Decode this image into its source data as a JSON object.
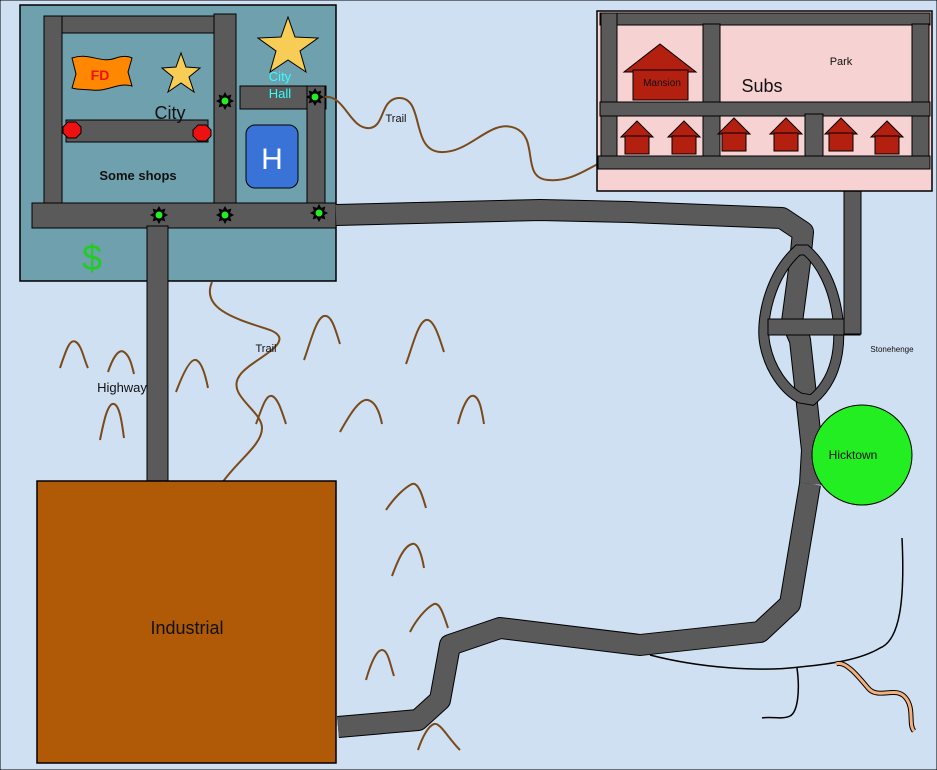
{
  "colors": {
    "background": "#cfe0f2",
    "city_block": "#6fa0ad",
    "suburbs_block": "#f6d2d2",
    "industrial_block": "#b05a08",
    "road": "#5a5a5a",
    "trail": "#7a4a1a",
    "hicktown": "#22ee22",
    "hospital": "#3a73d8",
    "star": "#f7cd55",
    "fire_flag": "#ff8800",
    "house": "#b32010",
    "dollar": "#22cc22"
  },
  "labels": {
    "fd": "FD",
    "city": "City",
    "city_hall_line1": "City",
    "city_hall_line2": "Hall",
    "hospital": "H",
    "some_shops": "Some shops",
    "dollar": "$",
    "highway": "Highway",
    "trail_city": "Trail",
    "trail_subs": "Trail",
    "industrial": "Industrial",
    "mansion": "Mansion",
    "subs": "Subs",
    "park": "Park",
    "stonehenge": "Stonehenge",
    "hicktown": "Hicktown"
  },
  "icons": [
    "fire-department-flag-icon",
    "police-star-icon",
    "city-hall-star-icon",
    "hospital-icon",
    "dollar-icon",
    "traffic-light-icon",
    "stop-sign-icon",
    "house-icon",
    "mansion-icon",
    "mountain-icon"
  ]
}
